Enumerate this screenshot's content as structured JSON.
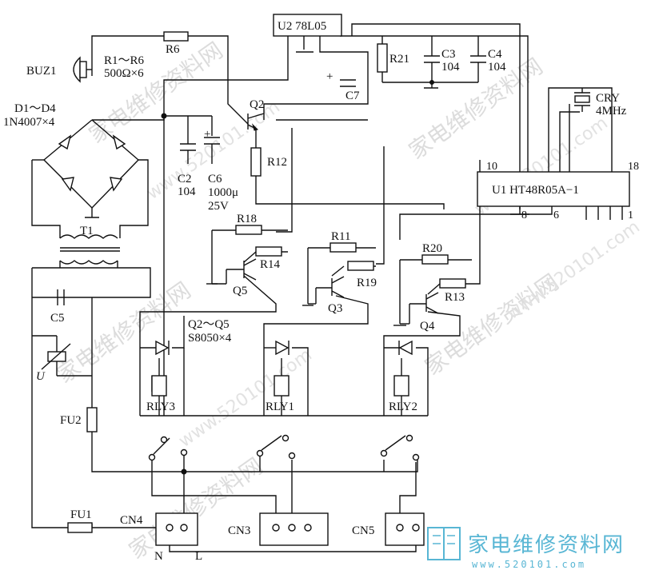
{
  "watermark": {
    "text_cn": "家电维修资料网",
    "text_url": "www.520101.com"
  },
  "logo": {
    "text": "家电维修资料网",
    "url": "www.520101.com",
    "color": "#58b6d4"
  },
  "labels": {
    "u2": "U2 78L05",
    "r6": "R6",
    "r1r6_a": "R1～R6",
    "r1r6_b": "500Ω×6",
    "buz1": "BUZ1",
    "d1d4_a": "D1～D4",
    "d1d4_b": "1N4007×4",
    "r21": "R21",
    "c3": "C3",
    "c3v": "104",
    "c4": "C4",
    "c4v": "104",
    "c7": "C7",
    "c7p": "+",
    "q2": "Q2",
    "cry": "CRY",
    "cryv": "4MHz",
    "c2": "C2",
    "c2v": "104",
    "c6": "C6",
    "c6v": "1000μ",
    "c6v2": "25V",
    "c6p": "+",
    "r12": "R12",
    "u1": "U1 HT48R05A−1",
    "pin10": "10",
    "pin18": "18",
    "pin8": "8",
    "pin6": "6",
    "pin1": "1",
    "t1": "T1",
    "r18": "R18",
    "r14": "R14",
    "q5": "Q5",
    "r11": "R11",
    "r19": "R19",
    "q3": "Q3",
    "r20": "R20",
    "r13": "R13",
    "q4": "Q4",
    "c5": "C5",
    "u": "U",
    "q2q5_a": "Q2～Q5",
    "q2q5_b": "S8050×4",
    "rly3": "RLY3",
    "rly1": "RLY1",
    "rly2": "RLY2",
    "fu2": "FU2",
    "fu1": "FU1",
    "cn4": "CN4",
    "cn3": "CN3",
    "cn5": "CN5",
    "n": "N",
    "l": "L"
  }
}
